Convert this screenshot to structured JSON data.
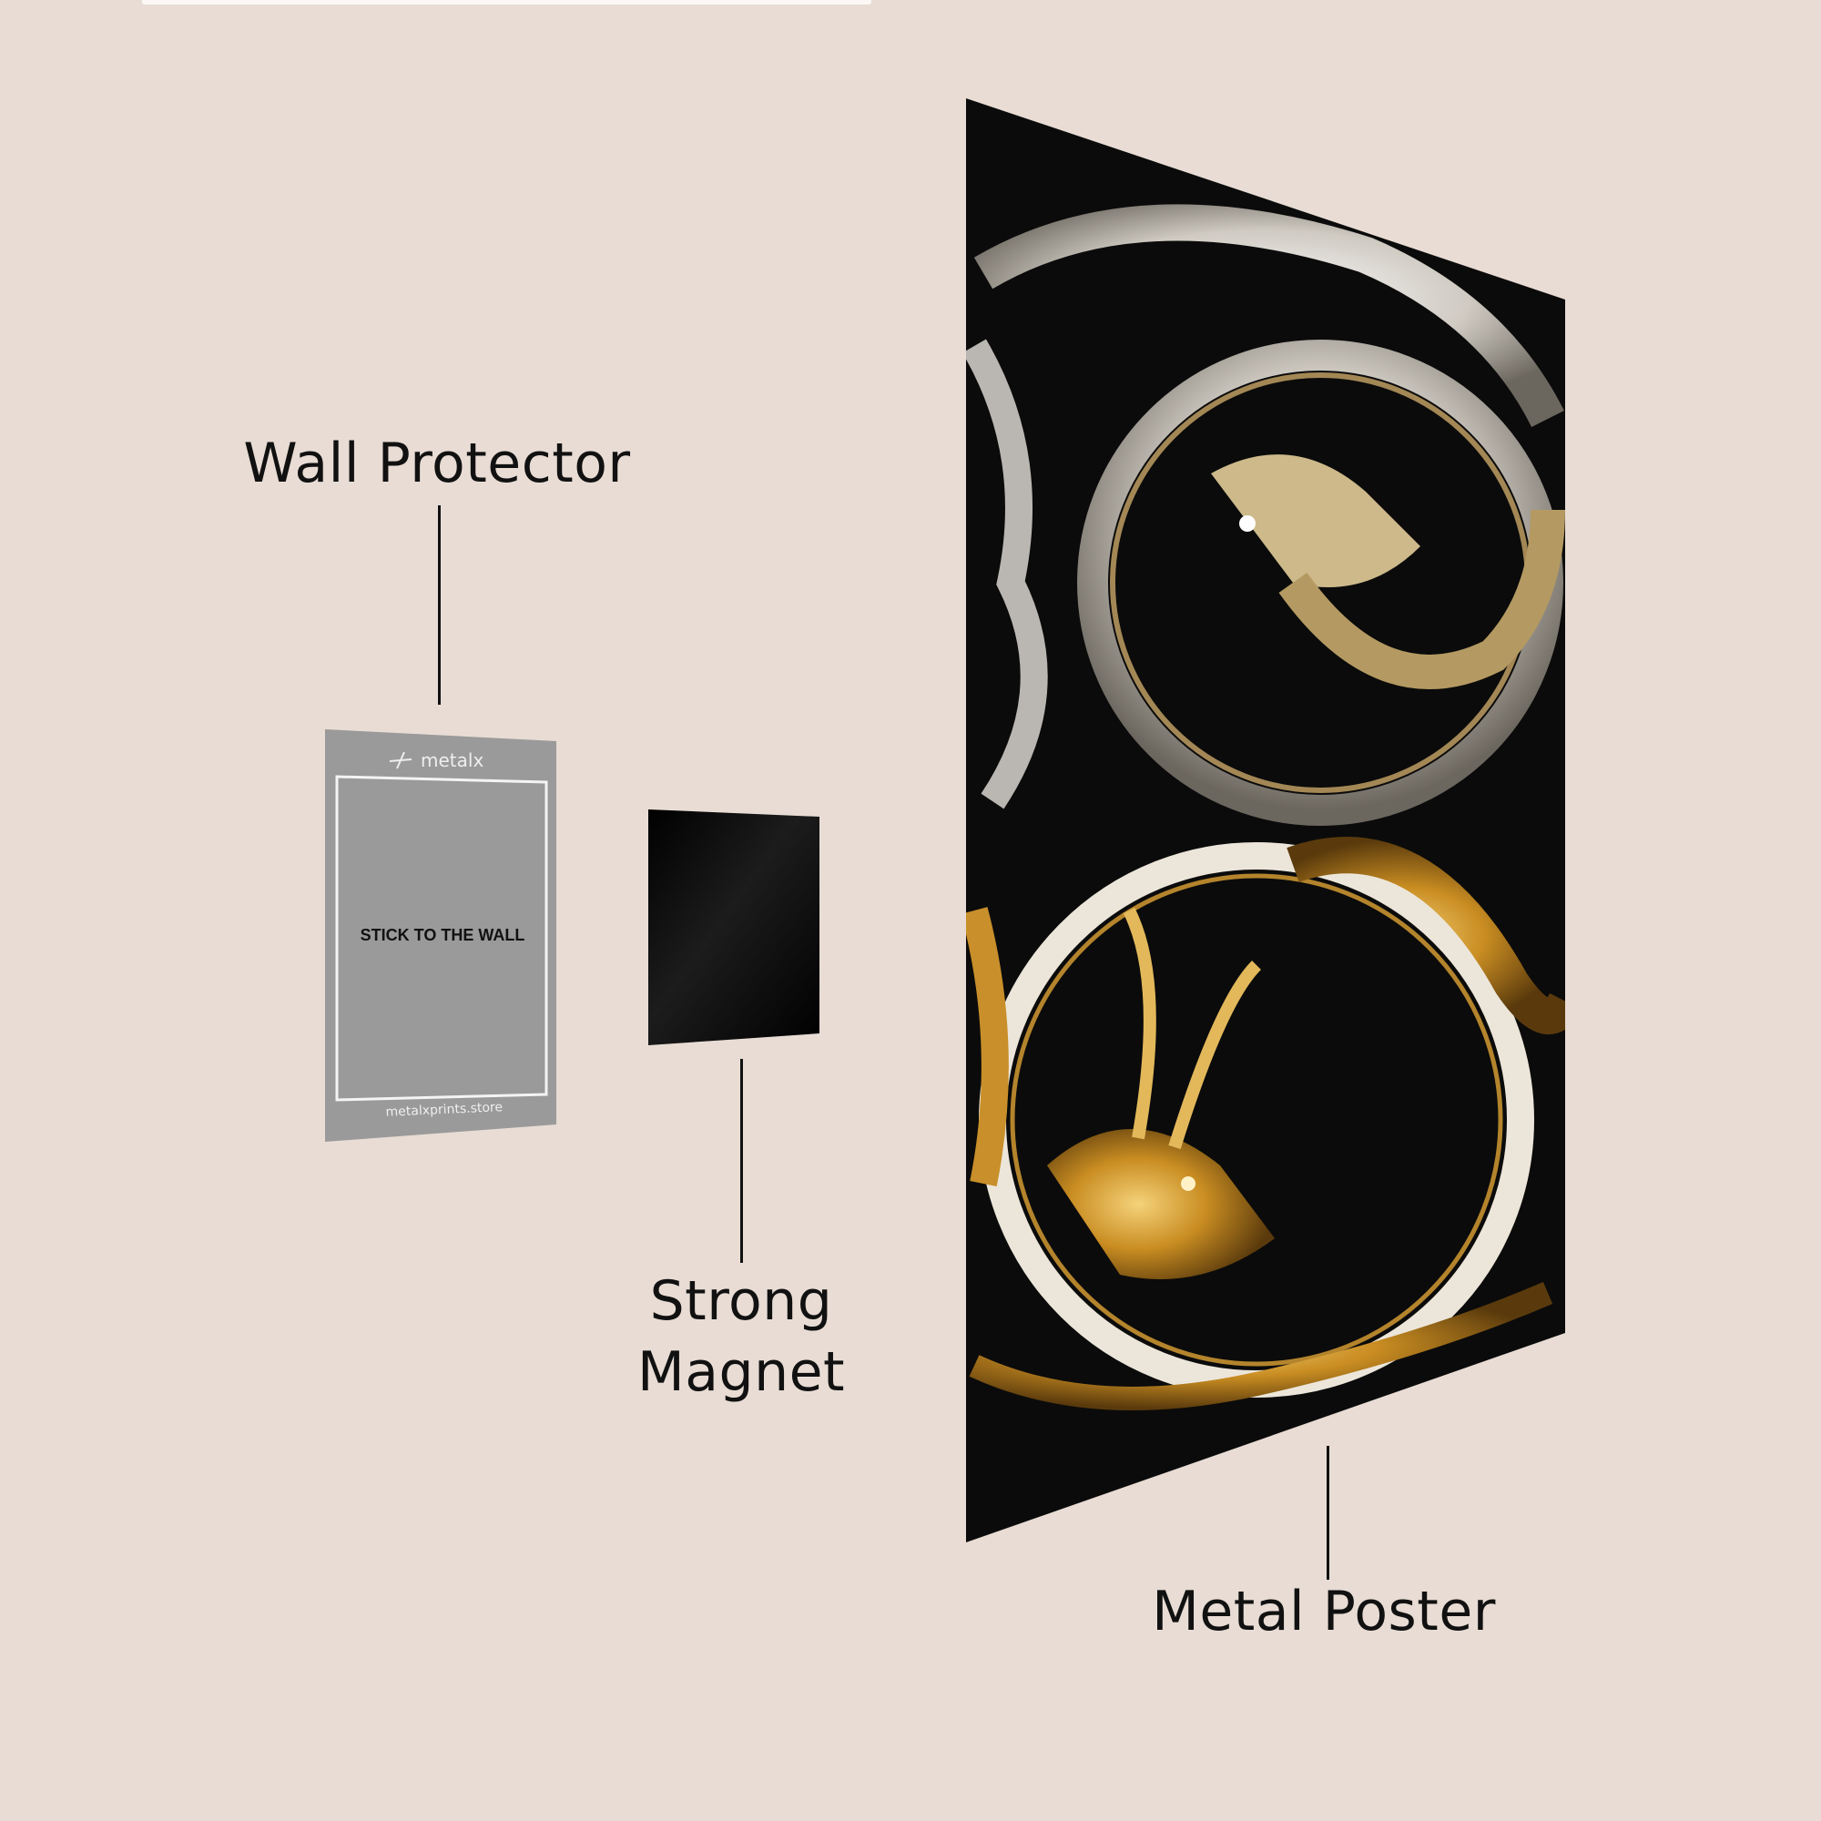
{
  "labels": {
    "wall_protector": "Wall Protector",
    "strong_magnet_line1": "Strong",
    "strong_magnet_line2": "Magnet",
    "metal_poster": "Metal Poster"
  },
  "protector": {
    "brand": "metalx",
    "instruction": "STICK TO THE WALL",
    "website": "metalxprints.store"
  },
  "colors": {
    "background": "#e8dcd4",
    "protector": "#9a9a9a",
    "magnet": "#050505",
    "poster_base": "#0b0b0b",
    "gold": "#d6a33c",
    "silver": "#e8e6e2"
  }
}
